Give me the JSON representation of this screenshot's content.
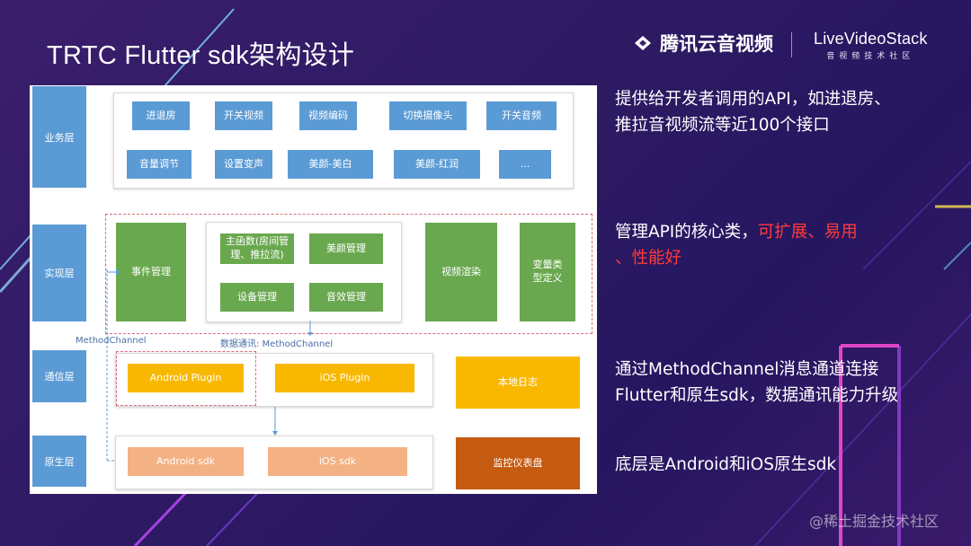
{
  "slide": {
    "title": "TRTC Flutter sdk架构设计",
    "logo_tencent": "腾讯云音视频",
    "logo_lvs_main": "LiveVideoStack",
    "logo_lvs_sub": "音视频技术社区",
    "watermark": "@稀土掘金技术社区"
  },
  "layers": {
    "business": "业务层",
    "impl": "实现层",
    "comm": "通信层",
    "native": "原生层"
  },
  "business_items": [
    "进退房",
    "开关视频",
    "视频编码",
    "切换摄像头",
    "开关音频",
    "音量调节",
    "设置变声",
    "美颜-美白",
    "美颜-红润",
    "..."
  ],
  "impl_items": {
    "event": "事件管理",
    "main": "主函数(房间管理、推拉流)",
    "beauty": "美颜管理",
    "device": "设备管理",
    "audio_effect": "音效管理",
    "video_render": "视频渲染",
    "var_types": "变量类型定义"
  },
  "comm_items": {
    "android_plugin": "Android Plugin",
    "ios_plugin": "iOS Plugin",
    "local_log": "本地日志"
  },
  "native_items": {
    "android_sdk": "Android sdk",
    "ios_sdk": "iOS sdk",
    "monitor": "监控仪表盘"
  },
  "annotations": {
    "method_channel": "MethodChannel",
    "data_comm": "数据通讯: MethodChannel"
  },
  "descriptions": {
    "d1_line1": "提供给开发者调用的API，如进退房、",
    "d1_line2": "推拉音视频流等近100个接口",
    "d2_line1_plain": "管理API的核心类，",
    "d2_line1_red": "可扩展、易用",
    "d2_line2_red": "、性能好",
    "d3_line1": "通过MethodChannel消息通道连接",
    "d3_line2": "Flutter和原生sdk，数据通讯能力升级",
    "d4_line1": "底层是Android和iOS原生sdk"
  },
  "colors": {
    "blue": "#5b9bd5",
    "green": "#6aa84f",
    "yellow": "#f9b800",
    "orange": "#f4b183",
    "brown": "#c55a11",
    "highlight_red": "#ff3b3b"
  }
}
